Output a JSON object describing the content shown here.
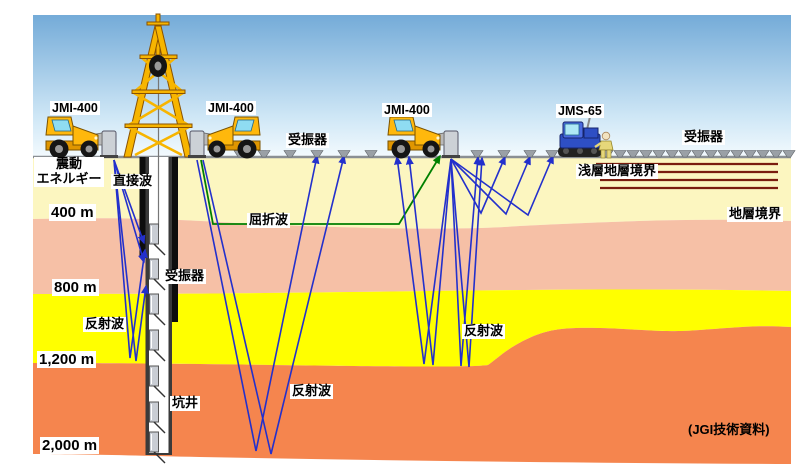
{
  "diagram": {
    "vehicle_labels": {
      "truck_left": "JMI-400",
      "truck_mid": "JMI-400",
      "truck_right": "JMI-400",
      "mini_vibrator": "JMS-65"
    },
    "annotations": {
      "vibration_energy_line1": "震動",
      "vibration_energy_line2": "エネルギー",
      "direct_wave": "直接波",
      "refracted_wave": "屈折波",
      "reflected_wave": "反射波",
      "receiver": "受振器",
      "shallow_strata_boundary": "浅層地層境界",
      "strata_boundary": "地層境界",
      "borehole": "坑井",
      "credit": "(JGI技術資料)"
    },
    "depth_labels": {
      "d400": "400 m",
      "d800": "800 m",
      "d1200": "1,200 m",
      "d2000": "2,000 m"
    }
  },
  "colors": {
    "skyTop": "#74abd8",
    "skyMid": "#cfe7f6",
    "skyBottom": "#f3fafe",
    "layerCream": "#fcf6c0",
    "layerPink": "#f6c0a6",
    "layerYellow": "#ffff00",
    "layerOrange": "#f5854e",
    "surfaceGray": "#8a8f94",
    "shallowLine": "#7a1d0e",
    "waveBlue": "#2330cc",
    "refGreen": "#008000",
    "derrickYellow": "#f7b500",
    "truckYellow": "#ffb80c"
  }
}
